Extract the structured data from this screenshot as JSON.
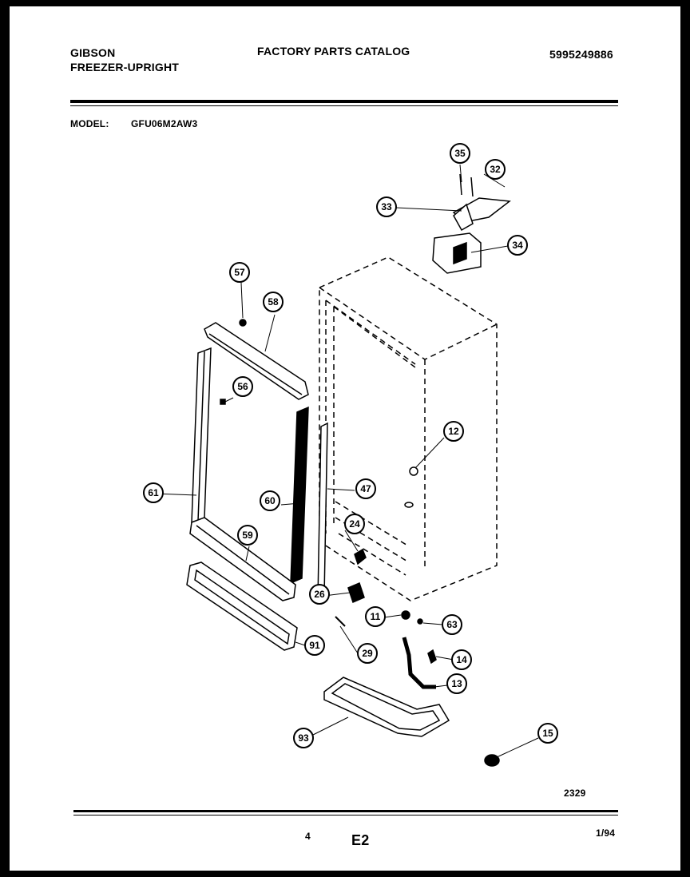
{
  "header": {
    "brand": "GIBSON",
    "product": "FREEZER-UPRIGHT",
    "catalog_title": "FACTORY PARTS CATALOG",
    "catalog_number": "5995249886",
    "model_label": "MODEL:",
    "model_value": "GFU06M2AW3"
  },
  "footer": {
    "diagram_number": "2329",
    "page_number": "4",
    "section": "E2",
    "date": "1/94"
  },
  "colors": {
    "ink": "#000000",
    "paper": "#ffffff",
    "frame": "#000000"
  },
  "callouts": [
    "35",
    "32",
    "33",
    "34",
    "57",
    "58",
    "56",
    "12",
    "61",
    "47",
    "60",
    "24",
    "59",
    "26",
    "11",
    "63",
    "91",
    "29",
    "14",
    "13",
    "93",
    "15"
  ]
}
